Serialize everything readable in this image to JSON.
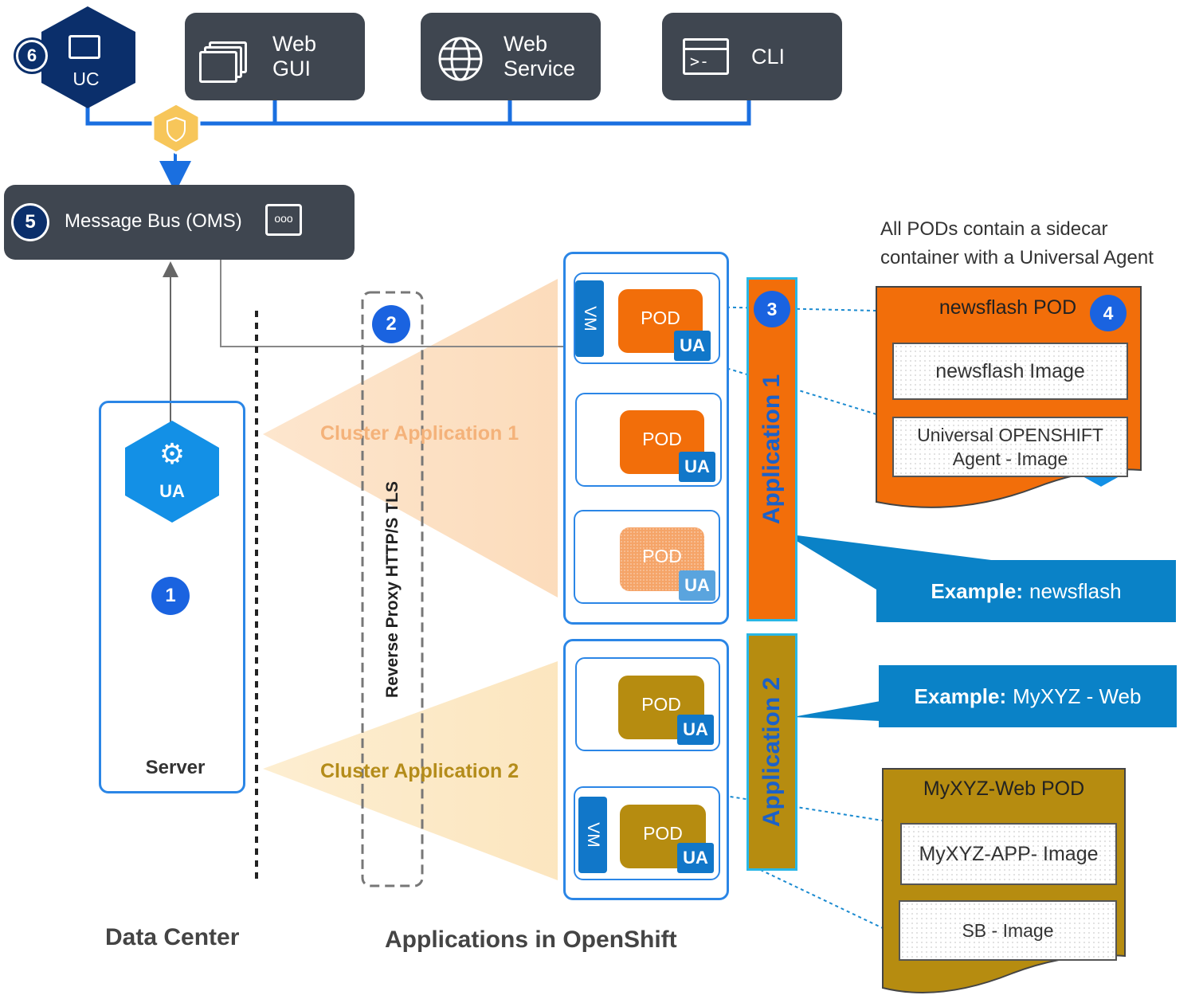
{
  "top": {
    "uc": {
      "number": "6",
      "label": "UC"
    },
    "web_gui": {
      "label": "Web\nGUI"
    },
    "web_service": {
      "label": "Web\nService"
    },
    "cli": {
      "label": "CLI"
    }
  },
  "message_bus": {
    "number": "5",
    "label": "Message Bus (OMS)"
  },
  "server": {
    "agent_label": "UA",
    "number": "1",
    "label": "Server"
  },
  "proxy": {
    "number": "2",
    "label": "Reverse Proxy HTTP/S TLS"
  },
  "cluster_app_1": {
    "label": "Cluster Application 1"
  },
  "cluster_app_2": {
    "label": "Cluster Application 2"
  },
  "pods": {
    "pod_label": "POD",
    "ua_label": "UA",
    "vm_label": "VM"
  },
  "application_1": {
    "label": "Application 1",
    "number": "3"
  },
  "application_2": {
    "label": "Application 2"
  },
  "note": {
    "text": "All PODs contain a sidecar\ncontainer with a Universal Agent"
  },
  "newsflash_pod": {
    "title": "newsflash POD",
    "number": "4",
    "image1": "newsflash Image",
    "image2": "Universal OPENSHIFT\nAgent - Image"
  },
  "example_1": {
    "prefix": "Example:",
    "value": "newsflash"
  },
  "example_2": {
    "prefix": "Example:",
    "value": "MyXYZ - Web"
  },
  "myxyz_pod": {
    "title": "MyXYZ-Web POD",
    "image1": "MyXYZ-APP- Image",
    "image2": "SB - Image"
  },
  "footer": {
    "data_center": "Data Center",
    "applications": "Applications in OpenShift"
  },
  "colors": {
    "dark_box": "#3f4650",
    "blue_line": "#1a6fe0",
    "pod_orange": "#f26e0a",
    "pod_gold": "#b68c10",
    "ua_blue": "#1177c9",
    "shield_yellow": "#f7c65a"
  }
}
